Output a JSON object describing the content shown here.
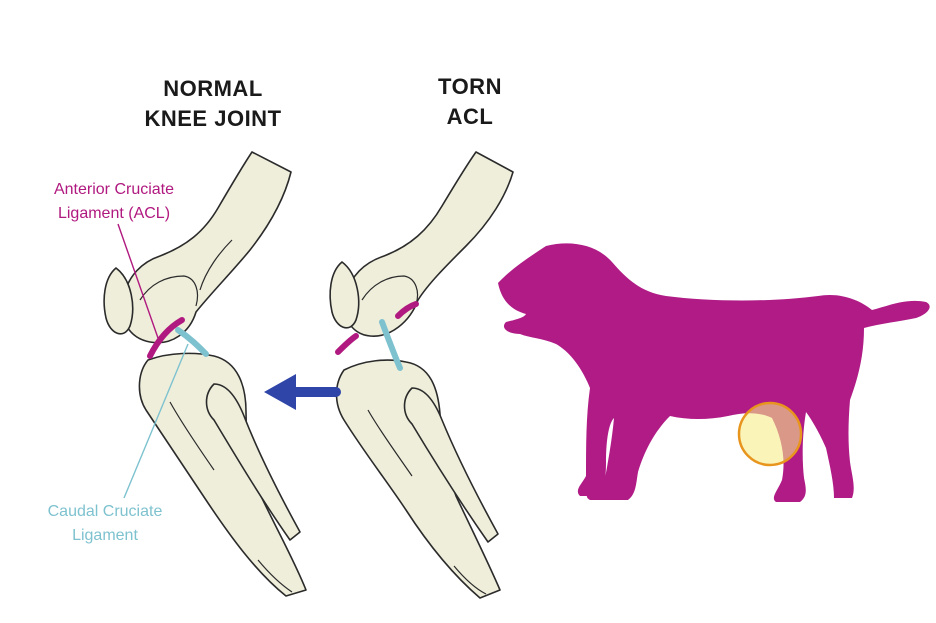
{
  "headings": {
    "normal": {
      "line1": "NORMAL",
      "line2": "KNEE JOINT"
    },
    "torn": {
      "line1": "TORN",
      "line2": "ACL"
    }
  },
  "labels": {
    "acl": {
      "line1": "Anterior Cruciate",
      "line2": "Ligament (ACL)"
    },
    "ccl": {
      "line1": "Caudal Cruciate",
      "line2": "Ligament"
    }
  },
  "colors": {
    "acl": "#b0197f",
    "ccl": "#7ec2cf",
    "arrow": "#2f46a8",
    "bone": "#efeedb",
    "dog": "#b01b86",
    "highlight": "#f7ec8a",
    "highlight_ring": "#e8951e"
  },
  "icons": {
    "arrow": "left-arrow-icon",
    "dog": "dog-silhouette-icon"
  }
}
